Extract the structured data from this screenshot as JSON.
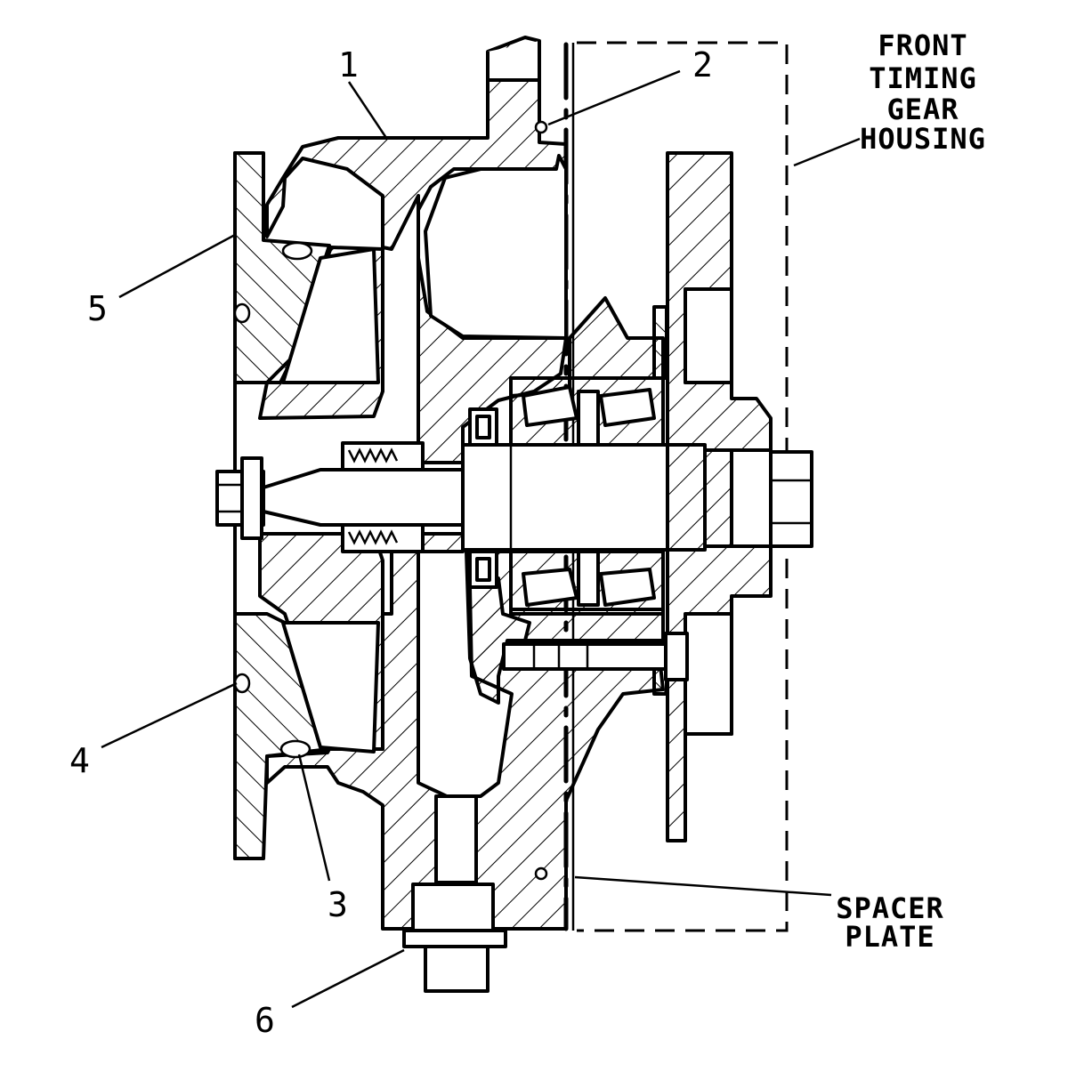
{
  "callouts": {
    "c1": "1",
    "c2": "2",
    "c3": "3",
    "c4": "4",
    "c5": "5",
    "c6": "6"
  },
  "notes": {
    "housing": [
      "FRONT",
      "TIMING",
      "GEAR",
      "HOUSING"
    ],
    "spacer": [
      "SPACER",
      "PLATE"
    ]
  }
}
